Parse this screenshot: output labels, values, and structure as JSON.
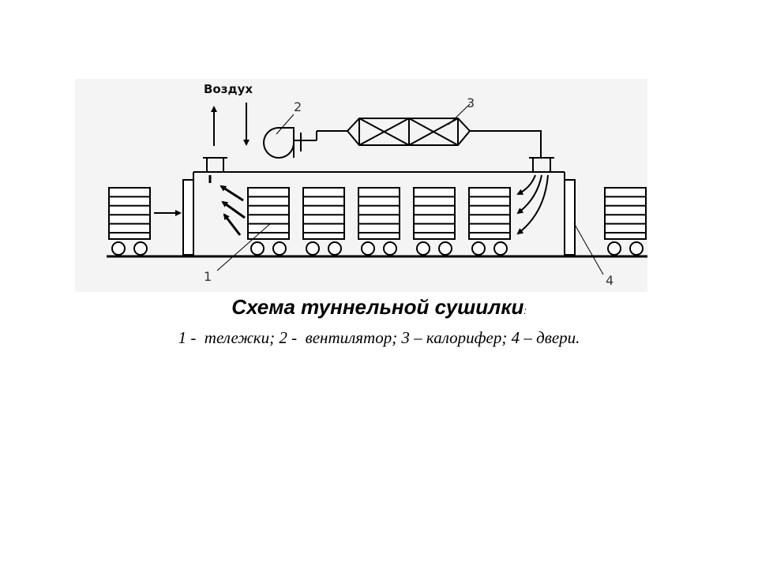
{
  "diagram": {
    "air_label": "Воздух",
    "labels": {
      "carts": "1",
      "fan": "2",
      "heater": "3",
      "doors": "4"
    }
  },
  "caption": {
    "title": "Схема туннельной сушилки",
    "title_colon": ":",
    "legend": "1 -  тележки; 2 -  вентилятор; 3 – калорифер; 4 – двери."
  }
}
